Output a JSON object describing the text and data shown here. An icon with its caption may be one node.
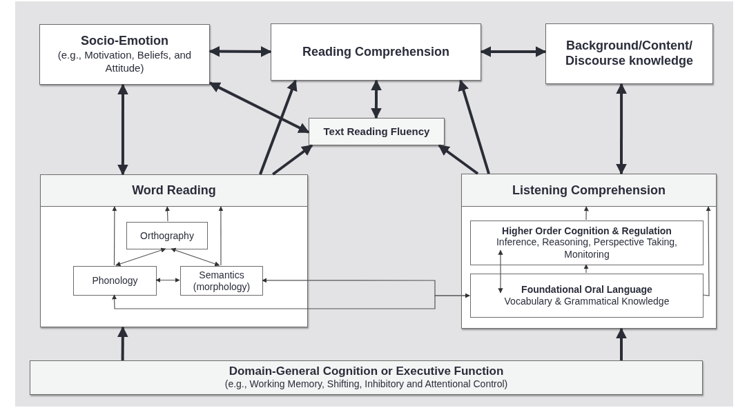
{
  "diagram": {
    "nodes": [
      {
        "text": [
          "Socio-Emotion",
          "(e.g., Motivation, Beliefs, and Attitude)"
        ]
      },
      {
        "text": [
          "Reading Comprehension"
        ]
      },
      {
        "text": [
          "Background/Content/ Discourse knowledge"
        ]
      },
      {
        "text": [
          "Text Reading Fluency"
        ]
      },
      {
        "text": [],
        "shape": "box"
      },
      {
        "text": [
          "Word Reading"
        ],
        "in": 4
      },
      {
        "text": [
          "Orthography"
        ],
        "in": 4
      },
      {
        "text": [
          "Phonology"
        ],
        "in": 4
      },
      {
        "text": [
          "Semantics (morphology)"
        ],
        "in": 4
      },
      {
        "text": [],
        "shape": "box"
      },
      {
        "text": [
          "Listening Comprehension"
        ],
        "in": 9
      },
      {
        "text": [
          "Higher Order Cognition & Regulation",
          "Inference, Reasoning, Perspective Taking, Monitoring"
        ],
        "in": 9
      },
      {
        "text": [
          "Foundational Oral Language",
          "Vocabulary & Grammatical Knowledge"
        ],
        "in": 9
      },
      {
        "text": [
          "Domain-General Cognition or Executive Function",
          "(e.g., Working Memory, Shifting, Inhibitory and Attentional Control)"
        ]
      }
    ],
    "edges": [
      {
        "from": 0,
        "to": 1,
        "arrow": "both",
        "style": "thick"
      },
      {
        "from": 1,
        "to": 2,
        "arrow": "both",
        "style": "thick"
      },
      {
        "from": 0,
        "to": 4,
        "arrow": "both",
        "style": "thick"
      },
      {
        "from": 2,
        "to": 9,
        "arrow": "both",
        "style": "thick"
      },
      {
        "from": 0,
        "to": 3,
        "arrow": "both",
        "style": "thick"
      },
      {
        "from": 1,
        "to": 3,
        "arrow": "both",
        "style": "thick"
      },
      {
        "from": 4,
        "to": 1,
        "arrow": "to",
        "style": "thick"
      },
      {
        "from": 4,
        "to": 3,
        "arrow": "to",
        "style": "thick"
      },
      {
        "from": 9,
        "to": 3,
        "arrow": "to",
        "style": "thick"
      },
      {
        "from": 9,
        "to": 1,
        "arrow": "to",
        "style": "thick"
      },
      {
        "from": 13,
        "to": 4,
        "arrow": "to",
        "style": "thick"
      },
      {
        "from": 13,
        "to": 9,
        "arrow": "to",
        "style": "thick"
      },
      {
        "from": 6,
        "to": 5,
        "arrow": "to"
      },
      {
        "from": 7,
        "to": 5,
        "arrow": "to"
      },
      {
        "from": 8,
        "to": 5,
        "arrow": "to"
      },
      {
        "from": 7,
        "to": 6,
        "arrow": "both"
      },
      {
        "from": 8,
        "to": 6,
        "arrow": "both"
      },
      {
        "from": 7,
        "to": 8,
        "arrow": "both"
      },
      {
        "from": 7,
        "to": 12,
        "arrow": "both"
      },
      {
        "from": 8,
        "to": 12,
        "arrow": "both"
      },
      {
        "from": 12,
        "to": 11,
        "arrow": "to"
      },
      {
        "from": 11,
        "to": 10,
        "arrow": "to"
      },
      {
        "from": 12,
        "to": 10,
        "arrow": "to"
      },
      {
        "from": 11,
        "to": 12,
        "arrow": "both"
      }
    ]
  }
}
